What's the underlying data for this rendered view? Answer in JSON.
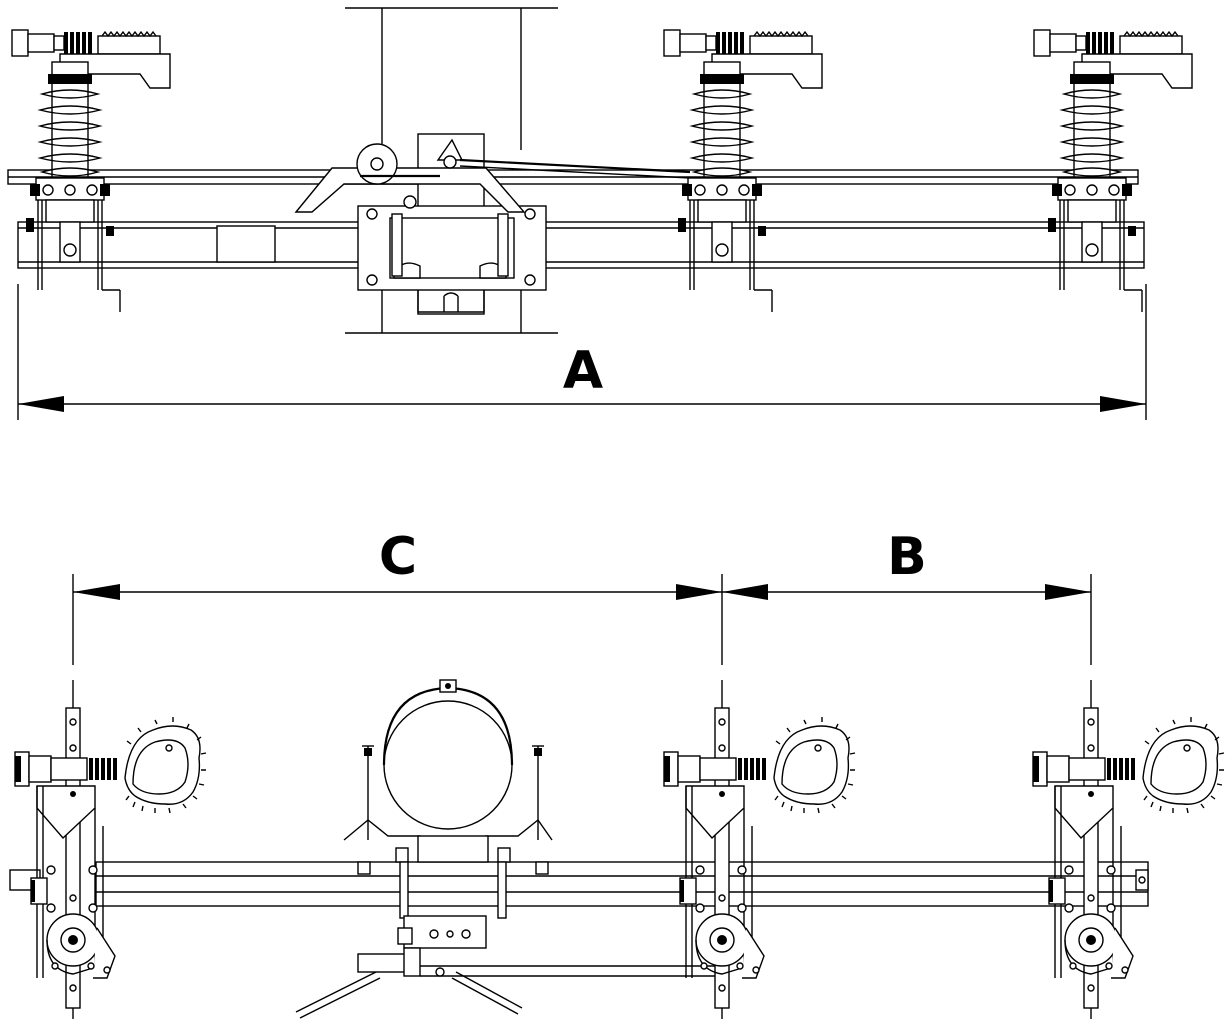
{
  "dimensions": {
    "a": "A",
    "b": "B",
    "c": "C"
  },
  "colors": {
    "line": "#000000",
    "background": "#ffffff"
  }
}
